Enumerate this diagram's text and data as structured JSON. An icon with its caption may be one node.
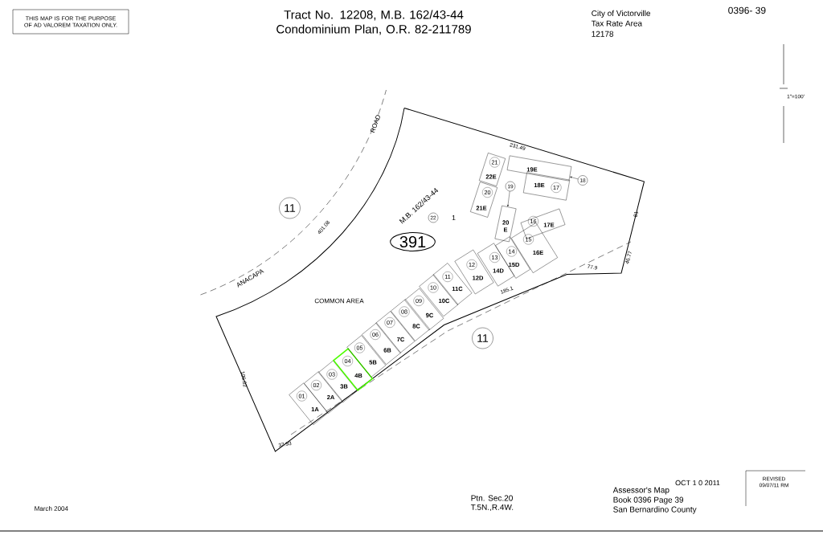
{
  "diagram": {
    "title": "Tract No. 12208, M.B. 162/43-44 Condominium Plan, O.R. 82-211789",
    "nodes": [
      {
        "text": [
          "THIS MAP IS FOR THE PURPOSE OF AD VALOREM TAXATION ONLY."
        ]
      },
      {
        "text": [
          "11"
        ]
      },
      {
        "text": [
          "391"
        ]
      },
      {
        "text": [
          "22"
        ]
      },
      {
        "text": [
          "01",
          "1A"
        ]
      },
      {
        "text": [
          "02",
          "2A"
        ]
      },
      {
        "text": [
          "03",
          "3B"
        ]
      },
      {
        "text": [
          "04",
          "4B"
        ]
      },
      {
        "text": [
          "05",
          "5B"
        ]
      },
      {
        "text": [
          "06",
          "6B"
        ]
      },
      {
        "text": [
          "07",
          "7C"
        ]
      },
      {
        "text": [
          "08",
          "8C"
        ]
      },
      {
        "text": [
          "09",
          "9C"
        ]
      },
      {
        "text": [
          "10",
          "10C"
        ]
      },
      {
        "text": [
          "11",
          "11C"
        ]
      },
      {
        "text": [
          "12",
          "12D"
        ]
      },
      {
        "text": [
          "13",
          "14D"
        ]
      },
      {
        "text": [
          "14",
          "15D"
        ]
      },
      {
        "text": [
          "15",
          "16E"
        ]
      },
      {
        "text": [
          "16",
          "17E"
        ]
      },
      {
        "text": [
          "17",
          "18E"
        ]
      },
      {
        "text": [
          "19E"
        ]
      },
      {
        "text": [
          "18"
        ]
      },
      {
        "text": [
          "19"
        ]
      },
      {
        "text": [
          "20 E"
        ]
      },
      {
        "text": [
          "20",
          "21E"
        ]
      },
      {
        "text": [
          "21",
          "22E"
        ]
      },
      {
        "text": [
          "11"
        ]
      },
      {
        "text": [
          "REVISED",
          "09/07/11 RM"
        ]
      }
    ],
    "edges": [
      {
        "from": 22,
        "to": 21,
        "arrow": "to"
      },
      {
        "from": 23,
        "to": 24,
        "arrow": "to"
      }
    ],
    "labels": [
      "City of Victorville",
      "0396- 39",
      "Tax Rate Area",
      "12178",
      "1\"=100'",
      "ROAD",
      "231.49",
      "M.B. 162/43-44",
      "1",
      "81",
      "401.08",
      "46.77",
      "77.9",
      "ANACAPA",
      "COMMON AREA",
      "185.1",
      "106.02",
      "37.93",
      "OCT 1 0 2011",
      "Assessor's Map",
      "Ptn. Sec.20",
      "Book 0396 Page 39",
      "T.5N.,R.4W.",
      "San Bernardino County",
      "March 2004"
    ]
  }
}
